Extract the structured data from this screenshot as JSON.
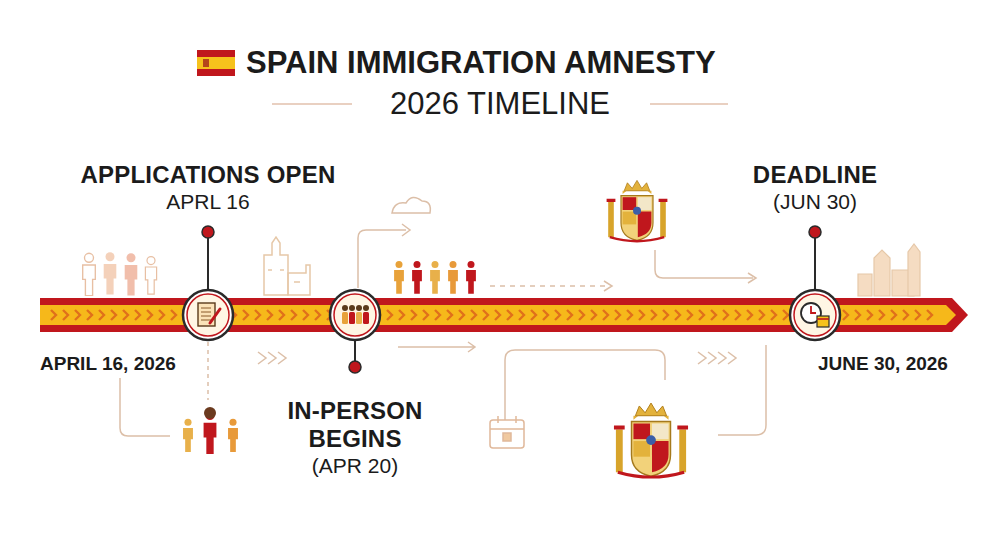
{
  "diagram": {
    "title": "SPAIN IMMIGRATION AMNESTY",
    "nodes": [
      {
        "text": [
          "APPLICATIONS OPEN",
          "APRL 16"
        ]
      },
      {
        "text": [
          "IN-PERSON BEGINS",
          "(APR 20)"
        ]
      },
      {
        "text": [
          "DEADLINE",
          "(JUN 30)"
        ]
      }
    ],
    "edges": [
      {
        "from": 0,
        "to": 1,
        "arrow": "none"
      },
      {
        "from": 1,
        "to": 2,
        "arrow": "none"
      }
    ],
    "labels": [
      "2026 TIMELINE",
      "APRIL 16, 2026",
      "JUNE 30, 2026"
    ]
  }
}
